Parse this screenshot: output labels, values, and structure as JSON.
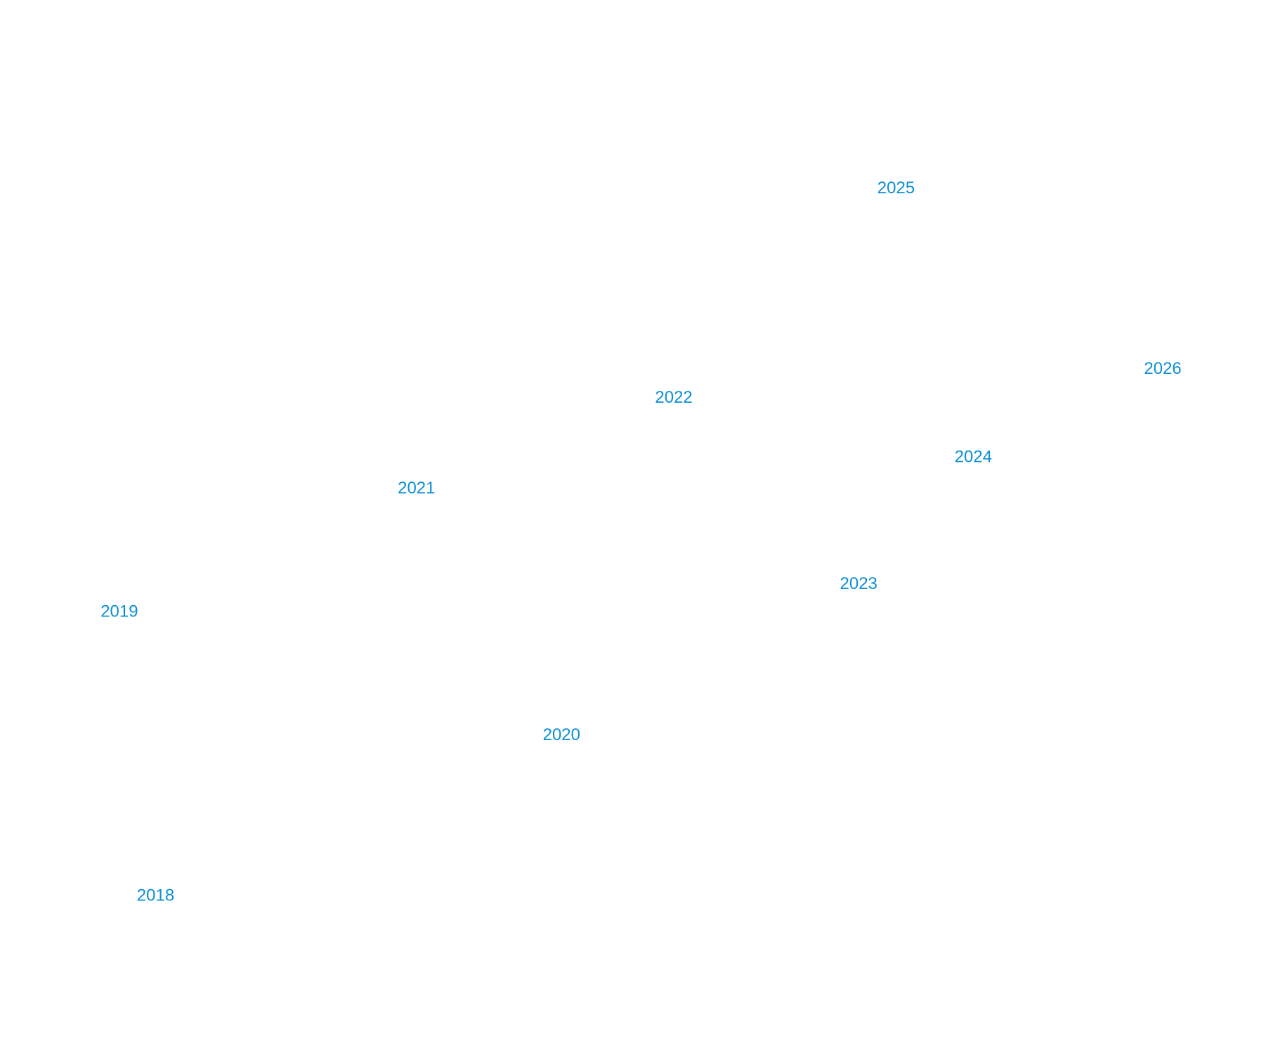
{
  "chart_data": {
    "type": "scatter",
    "title": "",
    "xlabel": "",
    "ylabel": "",
    "xlim": [
      0,
      100
    ],
    "ylim": [
      0,
      100
    ],
    "grid": false,
    "label_color": "#0b8fd4",
    "points": [
      {
        "label": "2018",
        "x": 8.8,
        "y": 12.2
      },
      {
        "label": "2019",
        "x": 5.7,
        "y": 41.9
      },
      {
        "label": "2020",
        "x": 43.5,
        "y": 29.0
      },
      {
        "label": "2021",
        "x": 31.1,
        "y": 54.8
      },
      {
        "label": "2022",
        "x": 53.1,
        "y": 64.3
      },
      {
        "label": "2023",
        "x": 68.9,
        "y": 44.8
      },
      {
        "label": "2024",
        "x": 78.7,
        "y": 58.1
      },
      {
        "label": "2025",
        "x": 72.1,
        "y": 86.2
      },
      {
        "label": "2026",
        "x": 94.9,
        "y": 67.3
      }
    ]
  }
}
